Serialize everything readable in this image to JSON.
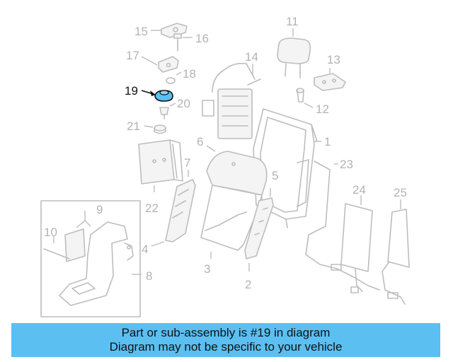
{
  "callouts": {
    "c1": "1",
    "c2": "2",
    "c3": "3",
    "c4": "4",
    "c5": "5",
    "c6": "6",
    "c7": "7",
    "c8": "8",
    "c9": "9",
    "c10": "10",
    "c11": "11",
    "c12": "12",
    "c13": "13",
    "c14": "14",
    "c15": "15",
    "c16": "16",
    "c17": "17",
    "c18": "18",
    "c19": "19",
    "c20": "20",
    "c21": "21",
    "c22": "22",
    "c23": "23",
    "c24": "24",
    "c25": "25"
  },
  "highlight": {
    "color": "#5bbff2"
  },
  "banner": {
    "line1": "Part or sub-assembly is #19 in diagram",
    "line2": "Diagram may not be specific to your vehicle",
    "color": "#5bbff2"
  }
}
